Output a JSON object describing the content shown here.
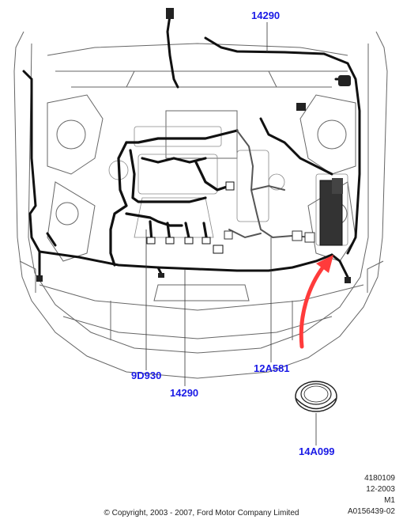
{
  "callouts": {
    "harness_top": "14290",
    "harness_left": "9D930",
    "harness_bottom": "14290",
    "harness_right": "12A581",
    "seal": "14A099"
  },
  "meta": {
    "drawing_no": "4180109",
    "date": "12-2003",
    "model": "M1",
    "part_id": "A0156439-02"
  },
  "copyright": "© Copyright, 2003 - 2007, Ford Motor Company Limited",
  "colors": {
    "callout_text": "#1a1ae6",
    "arrow": "#ff3b3b",
    "outline": "#555555",
    "harness": "#111111"
  }
}
